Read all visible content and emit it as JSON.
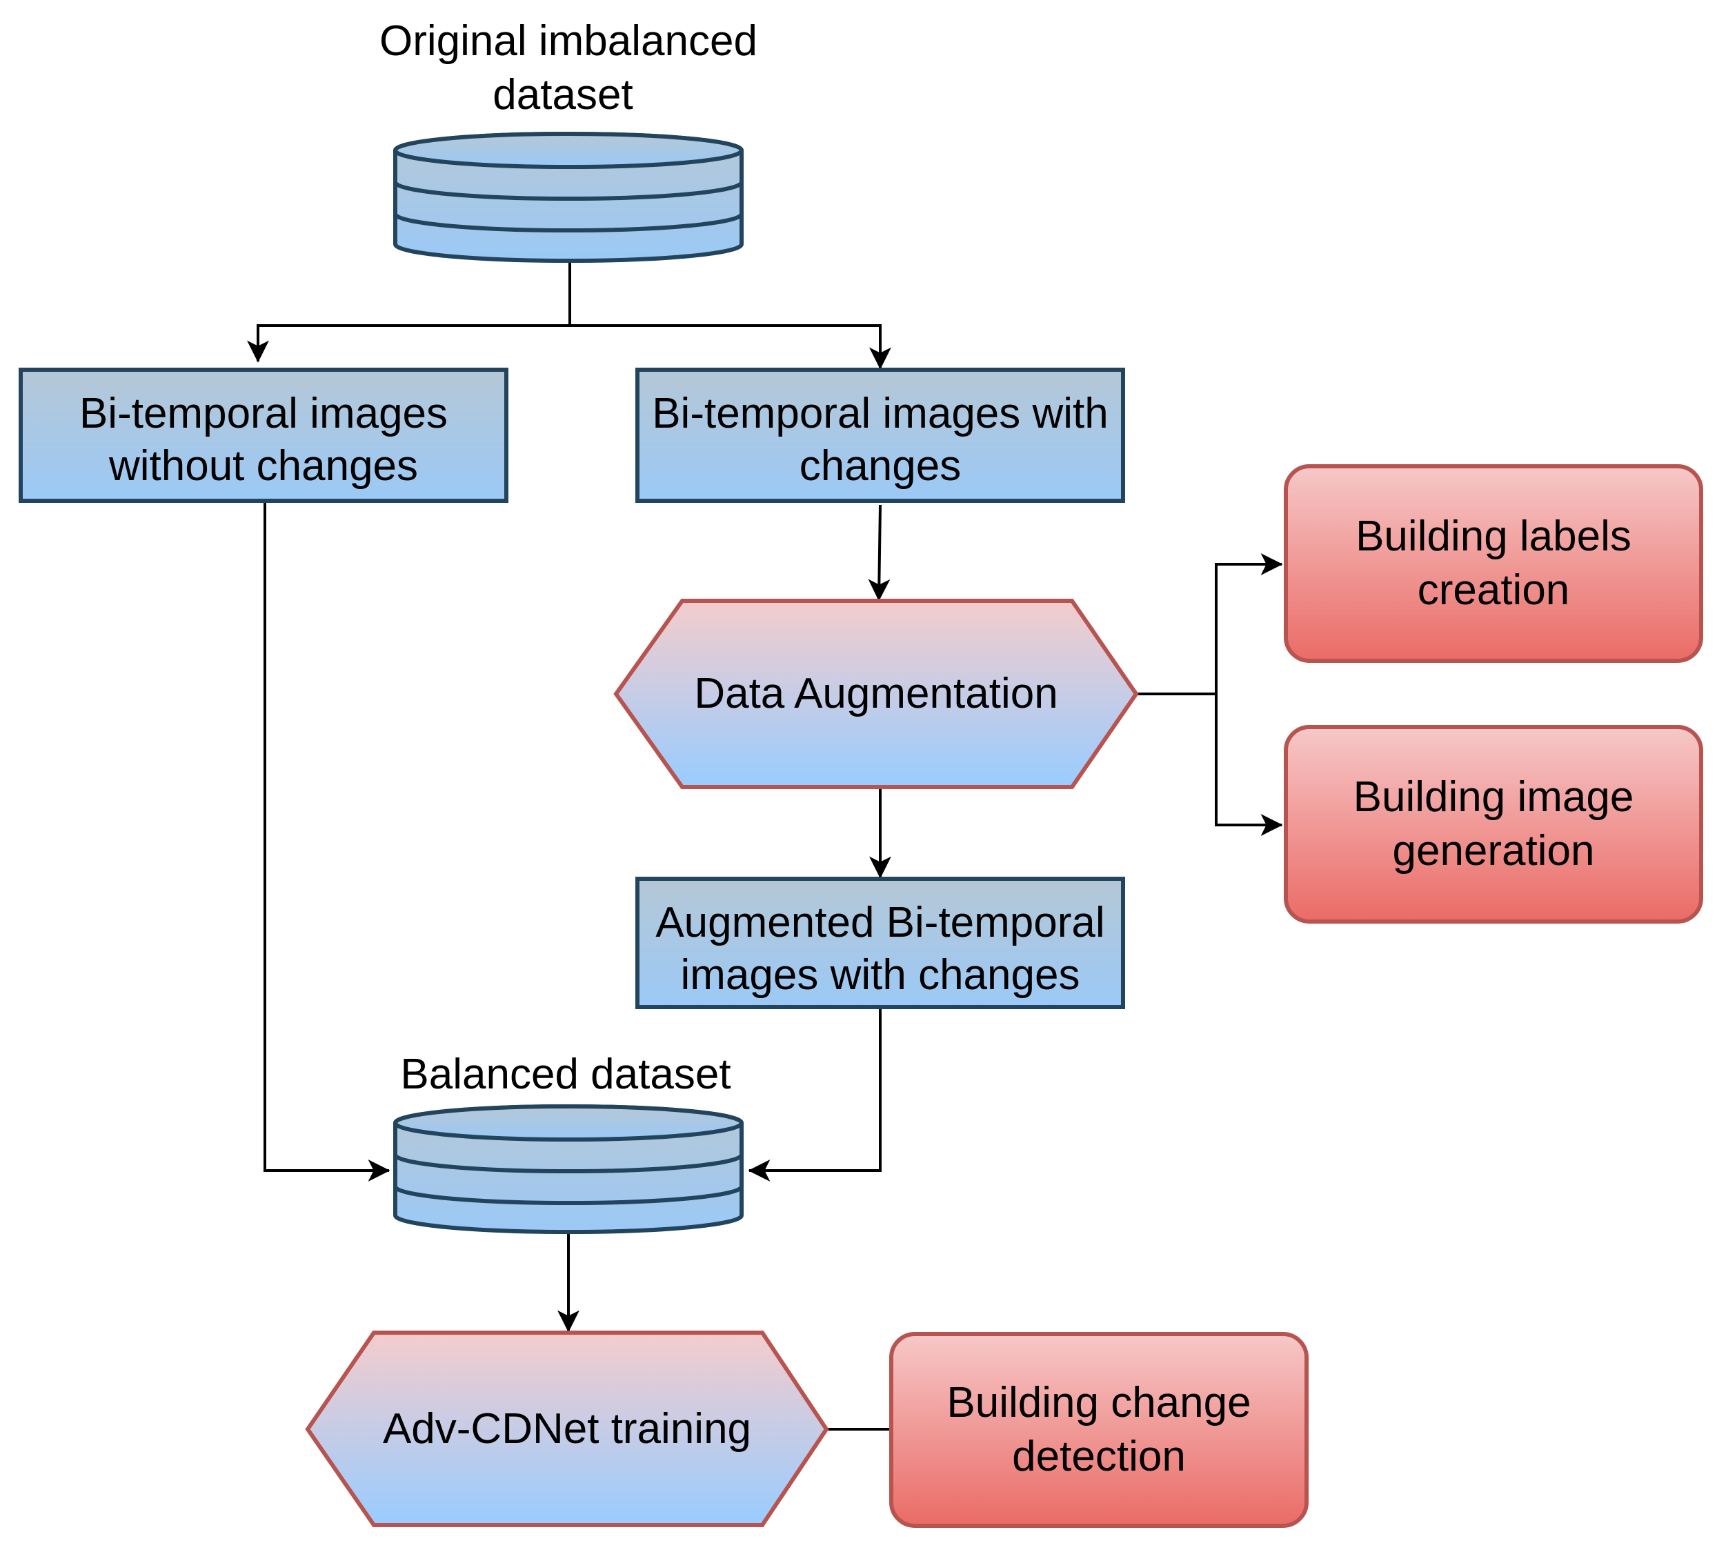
{
  "diagram": {
    "nodes": {
      "original_dataset": {
        "kind": "database",
        "label_lines": [
          "Original imbalanced",
          "dataset"
        ]
      },
      "without_changes": {
        "kind": "process",
        "label_lines": [
          "Bi-temporal images",
          "without changes"
        ]
      },
      "with_changes": {
        "kind": "process",
        "label_lines": [
          "Bi-temporal images with",
          "changes"
        ]
      },
      "data_augmentation": {
        "kind": "preparation",
        "label_lines": [
          "Data Augmentation"
        ]
      },
      "labels_creation": {
        "kind": "terminal",
        "label_lines": [
          "Building labels",
          "creation"
        ]
      },
      "image_generation": {
        "kind": "terminal",
        "label_lines": [
          "Building image",
          "generation"
        ]
      },
      "augmented_images": {
        "kind": "process",
        "label_lines": [
          "Augmented Bi-temporal",
          "images with changes"
        ]
      },
      "balanced_dataset": {
        "kind": "database",
        "label_lines": [
          "Balanced dataset"
        ]
      },
      "adv_training": {
        "kind": "preparation",
        "label_lines": [
          "Adv-CDNet training"
        ]
      },
      "change_detection": {
        "kind": "terminal",
        "label_lines": [
          "Building change",
          "detection"
        ]
      }
    },
    "edges": [
      {
        "from": "original_dataset",
        "to": "without_changes",
        "arrow": true
      },
      {
        "from": "original_dataset",
        "to": "with_changes",
        "arrow": true
      },
      {
        "from": "with_changes",
        "to": "data_augmentation",
        "arrow": true
      },
      {
        "from": "data_augmentation",
        "to": "labels_creation",
        "arrow": true
      },
      {
        "from": "data_augmentation",
        "to": "image_generation",
        "arrow": true
      },
      {
        "from": "data_augmentation",
        "to": "augmented_images",
        "arrow": true
      },
      {
        "from": "without_changes",
        "to": "balanced_dataset",
        "arrow": true
      },
      {
        "from": "augmented_images",
        "to": "balanced_dataset",
        "arrow": true
      },
      {
        "from": "balanced_dataset",
        "to": "adv_training",
        "arrow": true
      },
      {
        "from": "adv_training",
        "to": "change_detection",
        "arrow": false
      }
    ],
    "colors": {
      "process_fill_top": "#b5c7d6",
      "process_fill_bottom": "#9bc9f6",
      "process_stroke": "#23445d",
      "terminal_fill_top": "#f6c8c8",
      "terminal_fill_bottom": "#ea6b66",
      "terminal_stroke": "#b85450",
      "prep_fill_top": "#f4cccc",
      "prep_fill_bottom": "#99ccff",
      "prep_stroke": "#b85450",
      "edge": "#000000"
    }
  }
}
